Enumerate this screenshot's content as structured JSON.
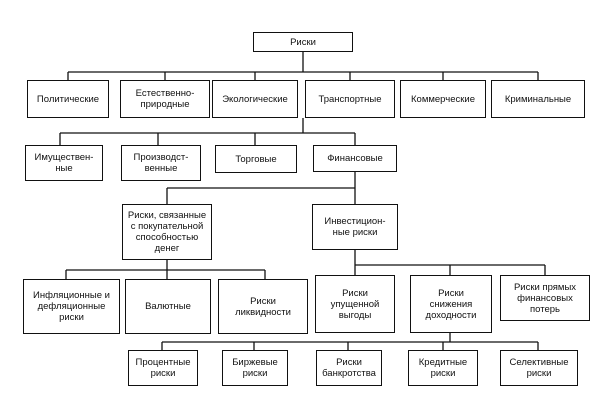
{
  "diagram": {
    "root": "Риски",
    "level1": [
      "Политические",
      "Естественно-\nприродные",
      "Экологические",
      "Транспортные",
      "Коммерческие",
      "Криминальные"
    ],
    "level2": [
      "Имуществен-\nные",
      "Производст-\nвенные",
      "Торговые",
      "Финансовые"
    ],
    "level3": [
      "Риски, связанные\nс покупательной\nспособностью\nденег",
      "Инвестицион-\nные риски"
    ],
    "level4_purchasing": [
      "Инфляционные и\nдефляционные\nриски",
      "Валютные",
      "Риски\nликвидности"
    ],
    "level4_investment": [
      "Риски\nупущенной\nвыгоды",
      "Риски\nснижения\nдоходности",
      "Риски прямых\nфинансовых\nпотерь"
    ],
    "level5": [
      "Процентные\nриски",
      "Биржевые\nриски",
      "Риски\nбанкротства",
      "Кредитные\nриски",
      "Селективные\nриски"
    ]
  }
}
